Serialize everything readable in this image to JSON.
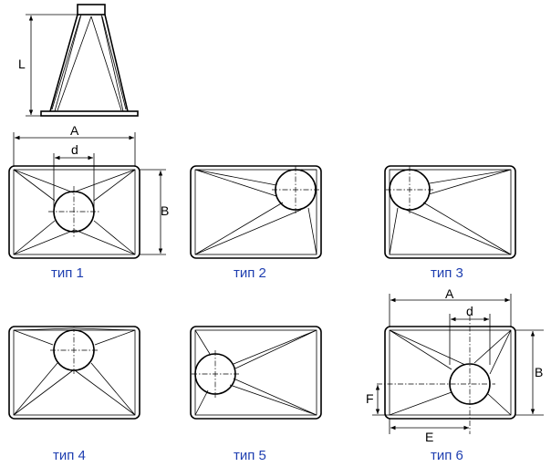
{
  "side_view": {
    "label_length": "L"
  },
  "types": [
    {
      "caption": "тип 1",
      "labels": {
        "A": "A",
        "d": "d",
        "B": "B"
      }
    },
    {
      "caption": "тип 2"
    },
    {
      "caption": "тип 3"
    },
    {
      "caption": "тип 4"
    },
    {
      "caption": "тип 5"
    },
    {
      "caption": "тип 6",
      "labels": {
        "A": "A",
        "d": "d",
        "B": "B",
        "F": "F",
        "E": "E"
      }
    }
  ]
}
